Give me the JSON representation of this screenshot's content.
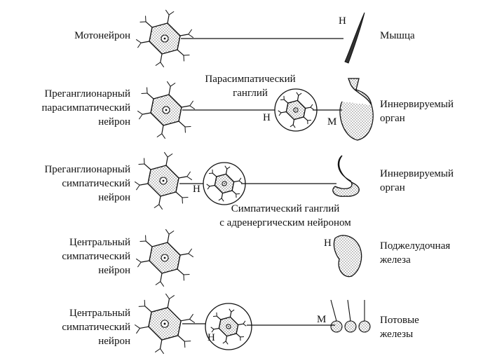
{
  "rows": [
    {
      "left_label": "Мотонейрон",
      "right_label": "Мышца",
      "receptor_mark": "Н"
    },
    {
      "left_label": "Преганглионарный\nпарасимпатический\nнейрон",
      "ganglion_label": "Парасимпатический\nганглий",
      "ganglion_mark": "Н",
      "receptor_mark": "М",
      "right_label": "Иннервируемый\nорган"
    },
    {
      "left_label": "Преганглионарный\nсимпатический\nнейрон",
      "ganglion_label": "Симпатический ганглий\nс адренергическим нейроном",
      "ganglion_mark": "Н",
      "right_label": "Иннервируемый\nорган"
    },
    {
      "left_label": "Центральный\nсимпатический\nнейрон",
      "receptor_mark": "Н",
      "right_label": "Поджелудочная\nжелеза"
    },
    {
      "left_label": "Центральный\nсимпатический\nнейрон",
      "ganglion_mark": "Н",
      "receptor_mark": "М",
      "right_label": "Потовые\nжелезы"
    }
  ]
}
